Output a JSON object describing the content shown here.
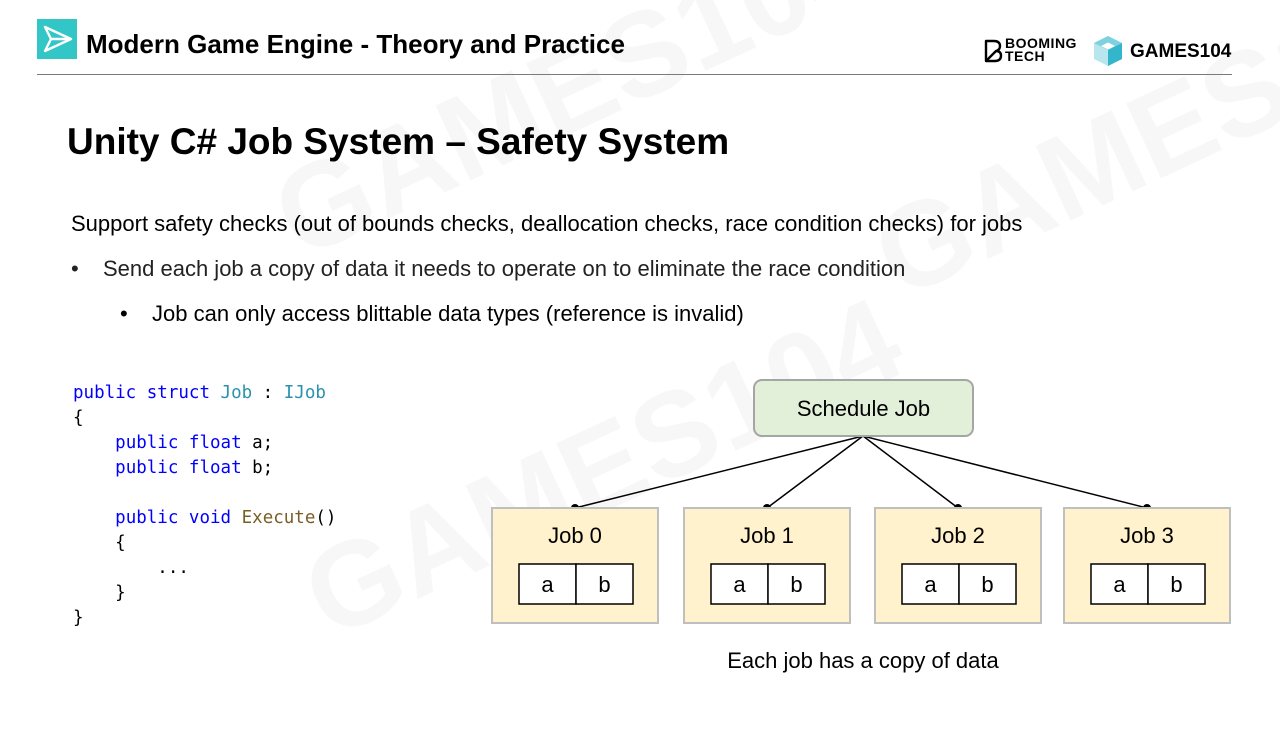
{
  "header": {
    "title": "Modern Game Engine - Theory and Practice",
    "logo_icon": "paper-plane-icon",
    "brand_booming_line1": "BOOMING",
    "brand_booming_line2": "TECH",
    "brand_games": "GAMES104"
  },
  "slide": {
    "title": "Unity C# Job System – Safety System",
    "bullets": {
      "main": "Support safety checks (out of bounds checks, deallocation checks, race condition checks) for jobs",
      "level1_marker": "•",
      "level1": "Send each job a copy of data it needs to operate on to eliminate the race condition",
      "level2_marker": "•",
      "level2": "Job can only access blittable data types (reference is invalid)"
    }
  },
  "code": {
    "lines": [
      [
        [
          "kw",
          "public"
        ],
        [
          "pl",
          " "
        ],
        [
          "kw",
          "struct"
        ],
        [
          "pl",
          " "
        ],
        [
          "ty",
          "Job"
        ],
        [
          "pl",
          " : "
        ],
        [
          "ty",
          "IJob"
        ]
      ],
      [
        [
          "pl",
          "{"
        ]
      ],
      [
        [
          "pl",
          "    "
        ],
        [
          "kw",
          "public"
        ],
        [
          "pl",
          " "
        ],
        [
          "kw",
          "float"
        ],
        [
          "pl",
          " a;"
        ]
      ],
      [
        [
          "pl",
          "    "
        ],
        [
          "kw",
          "public"
        ],
        [
          "pl",
          " "
        ],
        [
          "kw",
          "float"
        ],
        [
          "pl",
          " b;"
        ]
      ],
      [
        [
          "pl",
          ""
        ]
      ],
      [
        [
          "pl",
          "    "
        ],
        [
          "kw",
          "public"
        ],
        [
          "pl",
          " "
        ],
        [
          "kw",
          "void"
        ],
        [
          "pl",
          " "
        ],
        [
          "fn",
          "Execute"
        ],
        [
          "pl",
          "()"
        ]
      ],
      [
        [
          "pl",
          "    {"
        ]
      ],
      [
        [
          "pl",
          "        ..."
        ]
      ],
      [
        [
          "pl",
          "    }"
        ]
      ],
      [
        [
          "pl",
          "}"
        ]
      ]
    ]
  },
  "diagram": {
    "root_label": "Schedule Job",
    "jobs": [
      {
        "label": "Job 0",
        "fields": [
          "a",
          "b"
        ]
      },
      {
        "label": "Job 1",
        "fields": [
          "a",
          "b"
        ]
      },
      {
        "label": "Job 2",
        "fields": [
          "a",
          "b"
        ]
      },
      {
        "label": "Job 3",
        "fields": [
          "a",
          "b"
        ]
      }
    ],
    "caption": "Each job has a copy of data"
  },
  "colors": {
    "root_fill": "#e2efd9",
    "root_stroke": "#a5a5a5",
    "job_fill": "#fff2cc",
    "job_stroke": "#bfbfbf",
    "keyword": "#0000ff",
    "type": "#2b91af",
    "method": "#795e26",
    "logo_accent": "#33c6c6"
  }
}
